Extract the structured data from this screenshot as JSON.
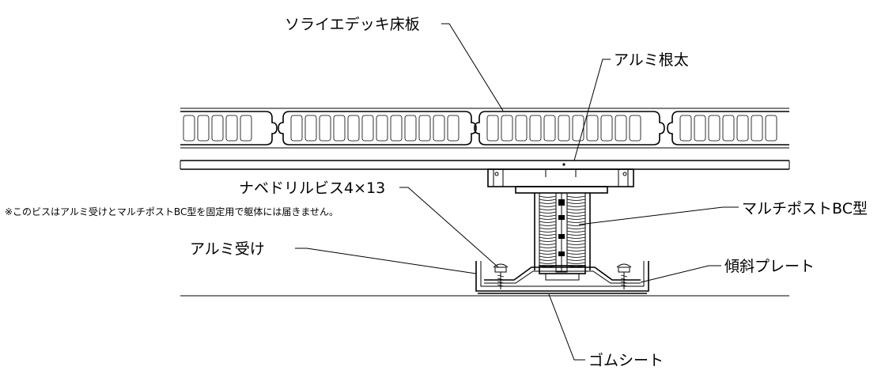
{
  "labels": {
    "deck_board": "ソライエデッキ床板",
    "aluminum_joist": "アルミ根太",
    "screw": "ナベドリルビス4×13",
    "screw_note": "※このビスはアルミ受けとマルチポストBC型を固定用で躯体には届きません。",
    "multipost": "マルチポストBC型",
    "aluminum_receiver": "アルミ受け",
    "tilt_plate": "傾斜プレート",
    "rubber_sheet": "ゴムシート"
  },
  "colors": {
    "line": "#000000",
    "background": "#ffffff"
  }
}
